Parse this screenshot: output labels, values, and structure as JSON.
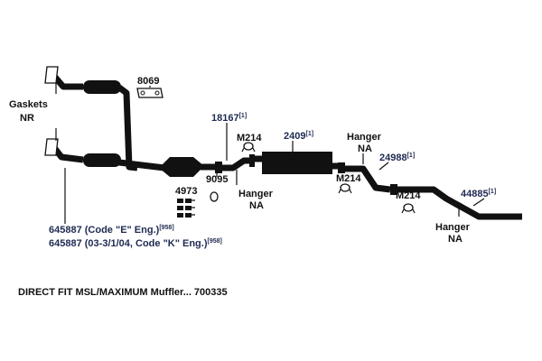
{
  "labels": {
    "gaskets": "Gaskets",
    "gaskets_code": "NR",
    "part_8069": "8069",
    "part_18167": "18167",
    "part_18167_ref": "[1]",
    "m214_a": "M214",
    "part_2409": "2409",
    "part_2409_ref": "[1]",
    "hanger_a": "Hanger",
    "hanger_a_code": "NA",
    "part_24988": "24988",
    "part_24988_ref": "[1]",
    "part_9095": "9095",
    "hanger_b": "Hanger",
    "hanger_b_code": "NA",
    "m214_b": "M214",
    "part_4973": "4973",
    "m214_c": "M214",
    "part_44885": "44885",
    "part_44885_ref": "[1]",
    "hanger_c": "Hanger",
    "hanger_c_code": "NA",
    "part_645887_e": "645887 (Code \"E\" Eng.)",
    "part_645887_e_ref": "[958]",
    "part_645887_k": "645887 (03-3/1/04, Code \"K\" Eng.)",
    "part_645887_k_ref": "[958]",
    "footer": "DIRECT FIT MSL/MAXIMUM Muffler... 700335"
  },
  "colors": {
    "pipe": "#111111",
    "label_navy": "#1f2a52",
    "label_black": "#111111",
    "background": "#ffffff"
  }
}
